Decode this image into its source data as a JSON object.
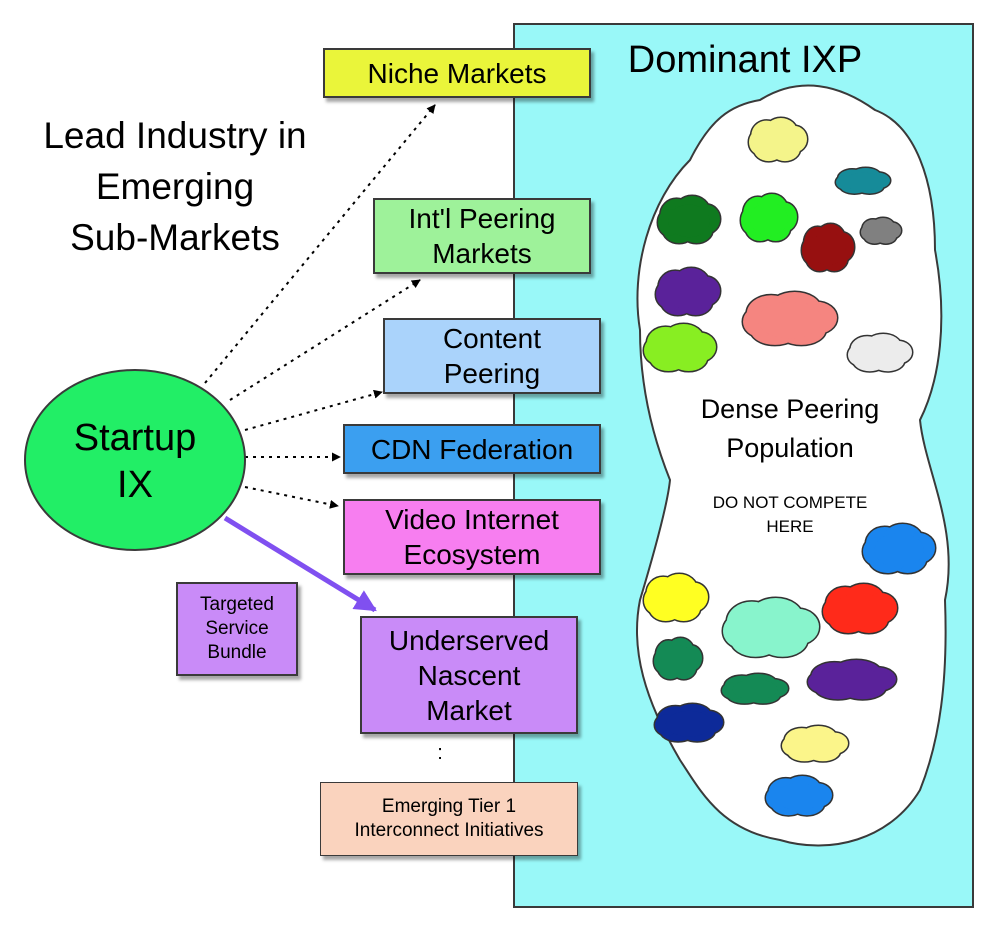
{
  "heading": "Lead Industry in\nEmerging\nSub-Markets",
  "startup": "Startup\nIX",
  "dominant_title": "Dominant IXP",
  "dense_label": "Dense Peering\nPopulation",
  "do_not_compete": "DO NOT COMPETE\nHERE",
  "markets": {
    "niche": "Niche Markets",
    "intl": "Int'l Peering\nMarkets",
    "content": "Content\nPeering",
    "cdn": "CDN Federation",
    "video": "Video Internet\nEcosystem",
    "underserved": "Underserved\nNascent\nMarket",
    "tier1": "Emerging Tier 1\nInterconnect Initiatives"
  },
  "targeted": "Targeted\nService\nBundle",
  "ellipsis": ":",
  "colors": {
    "startup_fill": "#22ee66",
    "dominant_fill": "#99f8f8",
    "niche": "#eaf53a",
    "intl": "#9ef29a",
    "content": "#aad3fb",
    "cdn": "#3b9ff0",
    "video": "#f77ef0",
    "underserved": "#c98bf8",
    "targeted": "#c98bf8",
    "tier1": "#fad3be",
    "main_arrow": "#8050f0"
  }
}
